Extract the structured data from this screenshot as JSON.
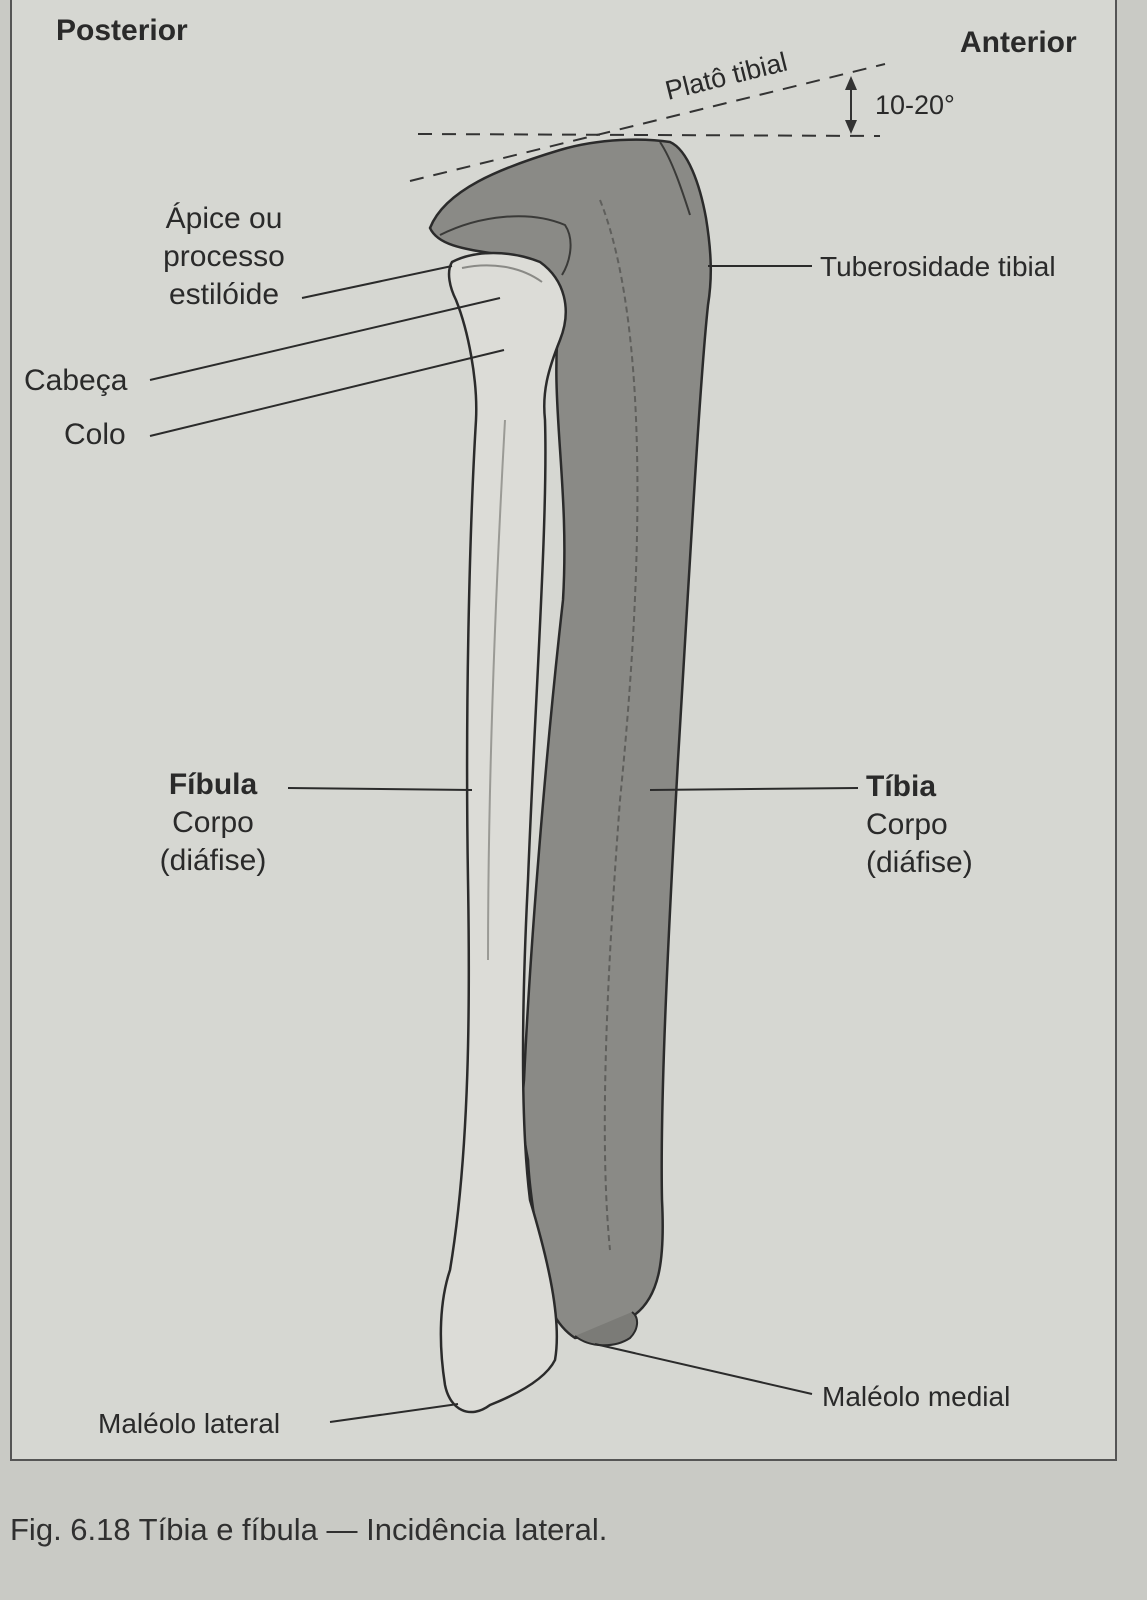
{
  "figure": {
    "orientation": {
      "posterior": "Posterior",
      "anterior": "Anterior"
    },
    "plateau": {
      "label": "Platô tibial",
      "angle": "10-20°"
    },
    "labels": {
      "apex": [
        "Ápice ou",
        "processo",
        "estilóide"
      ],
      "head": "Cabeça",
      "neck": "Colo",
      "tibial_tuberosity": "Tuberosidade tibial",
      "fibula": {
        "name": "Fíbula",
        "part": "Corpo",
        "detail": "(diáfise)"
      },
      "tibia": {
        "name": "Tíbia",
        "part": "Corpo",
        "detail": "(diáfise)"
      },
      "lateral_malleolus": "Maléolo lateral",
      "medial_malleolus": "Maléolo medial"
    },
    "caption": "Fig. 6.18 Tíbia e fíbula — Incidência lateral."
  },
  "colors": {
    "page": "#c9cac5",
    "panel": "#d6d7d2",
    "tibia": "#8a8a86",
    "fibula": "#cfcfca",
    "ink": "#2a2a2a"
  }
}
